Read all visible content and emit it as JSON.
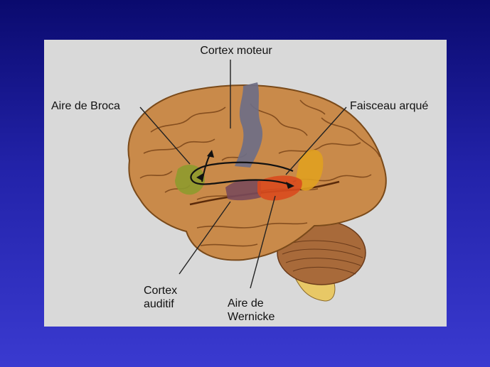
{
  "labels": {
    "motor_cortex": "Cortex moteur",
    "broca": "Aire de Broca",
    "arcuate": "Faisceau arqué",
    "auditory_line1": "Cortex",
    "auditory_line2": "auditif",
    "wernicke_line1": "Aire de",
    "wernicke_line2": "Wernicke"
  },
  "colors": {
    "slide_background_top": "#0a0a6e",
    "slide_background_bottom": "#3a3ad0",
    "panel": "#d9d9d9",
    "brain": "#c98a4a",
    "motor_cortex_region": "#6e6e86",
    "broca_region": "#8e9a2e",
    "wernicke_region": "#d94a1e",
    "auditory_region": "#7a4a5a",
    "posterior_region": "#e0a020",
    "cerebellum": "#a86a3a"
  }
}
